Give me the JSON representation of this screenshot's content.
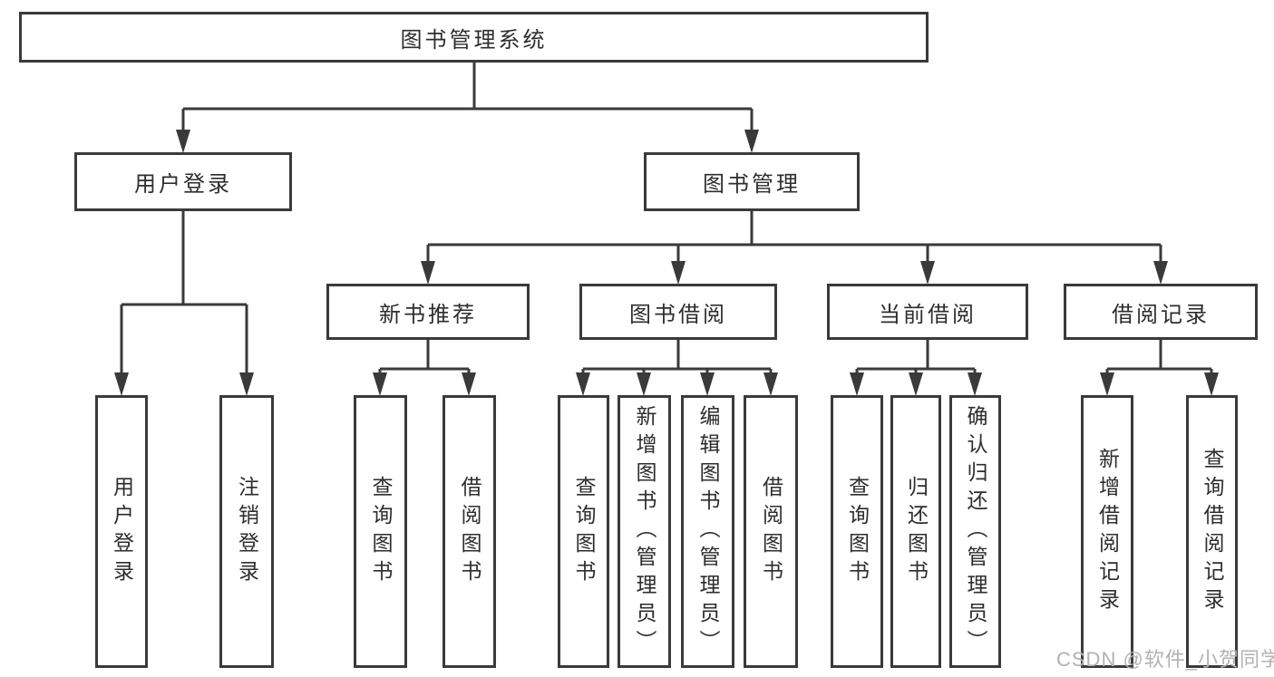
{
  "colors": {
    "line": "#3a3a3a",
    "border": "#3a3a3a",
    "text": "#2d2d2d",
    "watermark": "#b2b2b2",
    "background": "#ffffff"
  },
  "watermark": "CSDN @软件_小贺同学",
  "tree": {
    "label": "图书管理系统",
    "children": [
      {
        "label": "用户登录",
        "children": [
          {
            "label": "用户登录"
          },
          {
            "label": "注销登录"
          }
        ]
      },
      {
        "label": "图书管理",
        "children": [
          {
            "label": "新书推荐",
            "children": [
              {
                "label": "查询图书"
              },
              {
                "label": "借阅图书"
              }
            ]
          },
          {
            "label": "图书借阅",
            "children": [
              {
                "label": "查询图书"
              },
              {
                "label": "新增图书（管理员）"
              },
              {
                "label": "编辑图书（管理员）"
              },
              {
                "label": "借阅图书"
              }
            ]
          },
          {
            "label": "当前借阅",
            "children": [
              {
                "label": "查询图书"
              },
              {
                "label": "归还图书"
              },
              {
                "label": "确认归还（管理员）"
              }
            ]
          },
          {
            "label": "借阅记录",
            "children": [
              {
                "label": "新增借阅记录"
              },
              {
                "label": "查询借阅记录"
              }
            ]
          }
        ]
      }
    ]
  }
}
